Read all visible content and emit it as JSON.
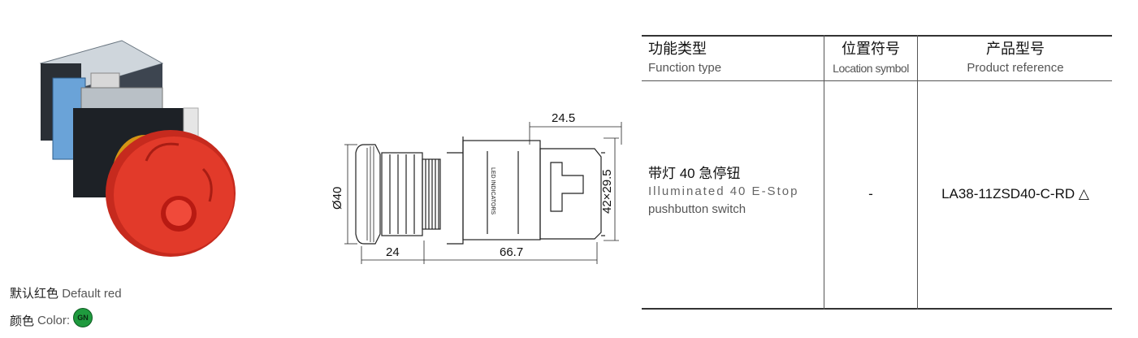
{
  "product": {
    "image_icon": "red-mushroom-estop-pushbutton-photo",
    "color_hex": "#e23a2a"
  },
  "captions": {
    "default_zh": "默认红色",
    "default_en": "Default red",
    "color_zh": "颜色",
    "color_en": "Color:",
    "swatch_label": "GN",
    "swatch_hex": "#1f9a3e"
  },
  "drawing": {
    "dim_top": "24.5",
    "dim_diameter": "Ø40",
    "dim_side": "42×29.5",
    "dim_bottom_left": "24",
    "dim_bottom_right": "66.7",
    "body_text": "LED INDICATORS"
  },
  "table": {
    "headers": [
      {
        "zh": "功能类型",
        "en": "Function type"
      },
      {
        "zh": "位置符号",
        "en": "Location symbol"
      },
      {
        "zh": "产品型号",
        "en": "Product reference"
      }
    ],
    "row": {
      "function_zh": "带灯 40 急停钮",
      "function_en_line1": "Illuminated 40 E-Stop",
      "function_en_line2": "pushbutton switch",
      "location": "-",
      "reference": "LA38-11ZSD40-C-RD △"
    }
  }
}
